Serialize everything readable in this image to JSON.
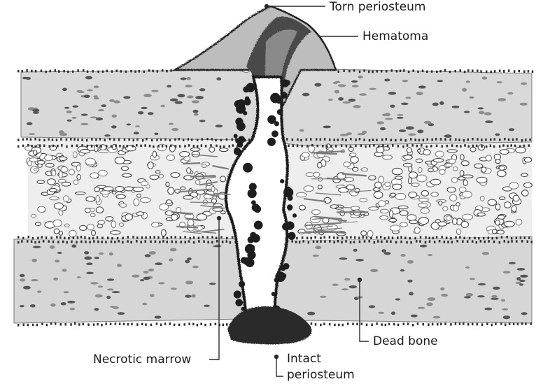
{
  "labels": {
    "torn_periosteum": "Torn periosteum",
    "hematoma": "Hematoma",
    "dead_bone": "Dead bone",
    "necrotic_marrow": "Necrotic marrow",
    "intact_periosteum_line1": "Intact",
    "intact_periosteum_line2": "periosteum"
  },
  "colors": {
    "cortex_fill": "#d9d9d9",
    "marrow_fill": "#eeeeee",
    "dark_ink": "#1a1a1a",
    "mid_grey": "#6f6f6f",
    "leader_line": "#2a2a2a"
  }
}
